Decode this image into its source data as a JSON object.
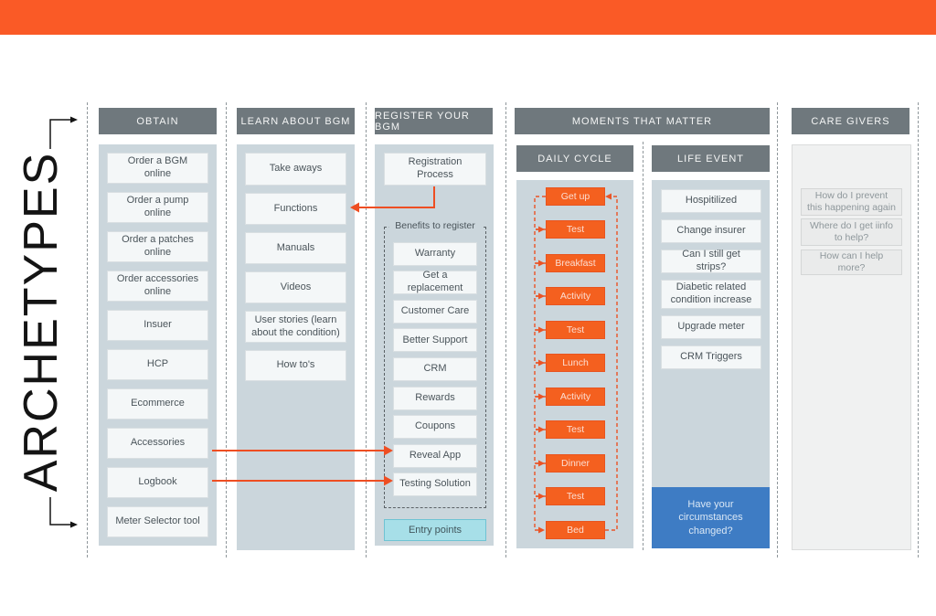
{
  "page": {
    "vertical_title": "ARCHETYPES"
  },
  "columns": {
    "obtain": {
      "header": "OBTAIN",
      "items": [
        "Order a BGM online",
        "Order a pump online",
        "Order a patches online",
        "Order accessories online",
        "Insuer",
        "HCP",
        "Ecommerce",
        "Accessories",
        "Logbook",
        "Meter Selector tool"
      ]
    },
    "learn": {
      "header": "LEARN ABOUT BGM",
      "items": [
        "Take aways",
        "Functions",
        "Manuals",
        "Videos",
        "User stories (learn about the condition)",
        "How to's"
      ]
    },
    "register": {
      "header": "REGISTER YOUR BGM",
      "top_item": "Registration Process",
      "benefits_label": "Benefits to register",
      "benefits": [
        "Warranty",
        "Get a replacement",
        "Customer Care",
        "Better Support",
        "CRM",
        "Rewards",
        "Coupons",
        "Reveal App",
        "Testing Solution"
      ],
      "entry_points_label": "Entry points"
    },
    "moments": {
      "header": "MOMENTS THAT MATTER",
      "daily_cycle": {
        "header": "DAILY CYCLE",
        "items": [
          "Get up",
          "Test",
          "Breakfast",
          "Activity",
          "Test",
          "Lunch",
          "Activity",
          "Test",
          "Dinner",
          "Test",
          "Bed"
        ]
      },
      "life_event": {
        "header": "LIFE EVENT",
        "items": [
          "Hospitilized",
          "Change insurer",
          "Can I still get strips?",
          "Diabetic related condition increase",
          "Upgrade meter",
          "CRM Triggers"
        ],
        "highlight": "Have your circumstances changed?"
      }
    },
    "care_givers": {
      "header": "CARE GIVERS",
      "items": [
        "How do I prevent this happening again",
        "Where do I get iinfo to help?",
        "How can I help more?"
      ]
    }
  },
  "colors": {
    "top_bar": "#FA5A26",
    "header_bg": "#6F787D",
    "panel_bg": "#CBD6DC",
    "card_bg": "#F4F7F8",
    "orange_box": "#F4601F",
    "arrow": "#EE4E22",
    "dashed_connector": "#EA5426",
    "blue_box": "#3E7CC4",
    "entry_points_bg": "#A7DFE8"
  }
}
